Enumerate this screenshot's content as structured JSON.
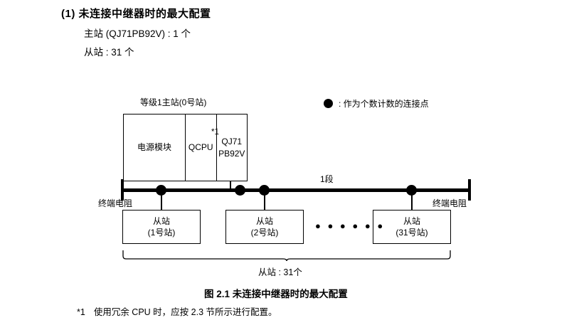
{
  "heading": "(1) 未连接中继器时的最大配置",
  "spec": {
    "master": "主站 (QJ71PB92V) : 1 个",
    "slave": "从站 : 31 个"
  },
  "diagram": {
    "master_station_label": "等级1主站(0号站)",
    "legend": {
      "marker": "dot",
      "text": ": 作为个数计数的连接点"
    },
    "master_unit": {
      "power": "电源模块",
      "qcpu": "QCPU",
      "pb92v_line1": "QJ71",
      "pb92v_line2": "PB92V",
      "asterisk": "*1"
    },
    "terminator_left": "终端电阻",
    "terminator_right": "终端电阻",
    "segment_label": "1段",
    "slaves": [
      {
        "title": "从站",
        "station": "(1号站)"
      },
      {
        "title": "从站",
        "station": "(2号站)"
      },
      {
        "title": "从站",
        "station": "(31号站)"
      }
    ],
    "ellipsis": "● ● ● ● ● ●",
    "total_slaves_label": "从站 : 31个"
  },
  "figure_caption": "图 2.1  未连接中继器时的最大配置",
  "footnote": {
    "mark": "*1",
    "text": "使用冗余 CPU 时，应按 2.3 节所示进行配置。"
  }
}
